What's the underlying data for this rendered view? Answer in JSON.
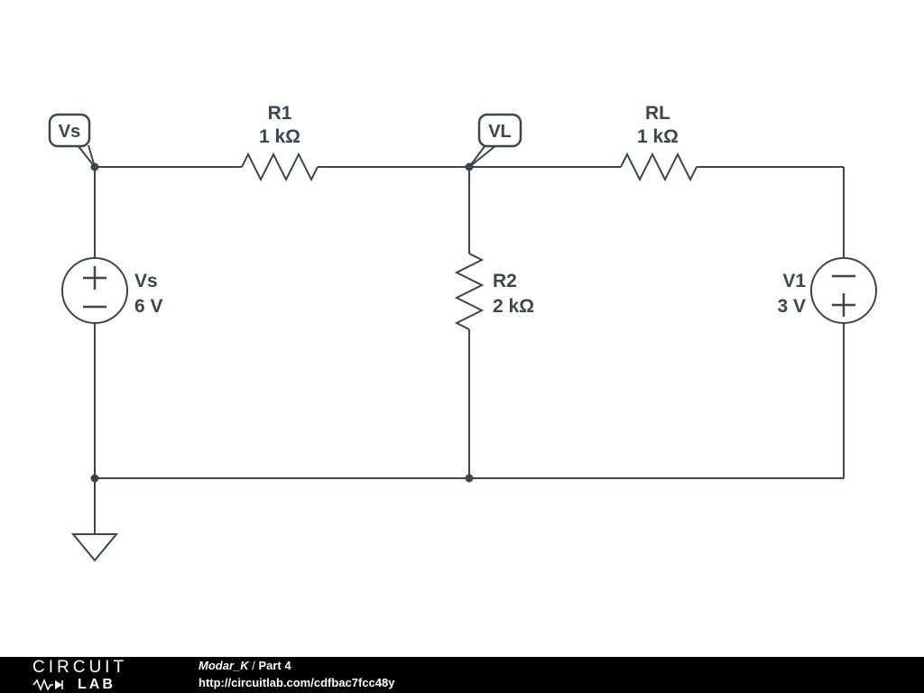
{
  "footer": {
    "brand_top": "CIRCUIT",
    "brand_bottom": "LAB",
    "user": "Modar_K",
    "separator": " / ",
    "part": "Part 4",
    "url": "http://circuitlab.com/cdfbac7fcc48y"
  },
  "schematic": {
    "nodes": {
      "vs": {
        "label": "Vs"
      },
      "vl": {
        "label": "VL"
      }
    },
    "components": {
      "r1": {
        "name": "R1",
        "value": "1 kΩ",
        "type": "resistor"
      },
      "rl": {
        "name": "RL",
        "value": "1 kΩ",
        "type": "resistor"
      },
      "r2": {
        "name": "R2",
        "value": "2 kΩ",
        "type": "resistor"
      },
      "vs_source": {
        "name": "Vs",
        "value": "6 V",
        "type": "voltage-source"
      },
      "v1": {
        "name": "V1",
        "value": "3 V",
        "type": "voltage-source"
      }
    }
  },
  "colors": {
    "wire": "#3b474d",
    "background": "#ffffff",
    "footer_bg": "#000000",
    "footer_text": "#ffffff"
  }
}
